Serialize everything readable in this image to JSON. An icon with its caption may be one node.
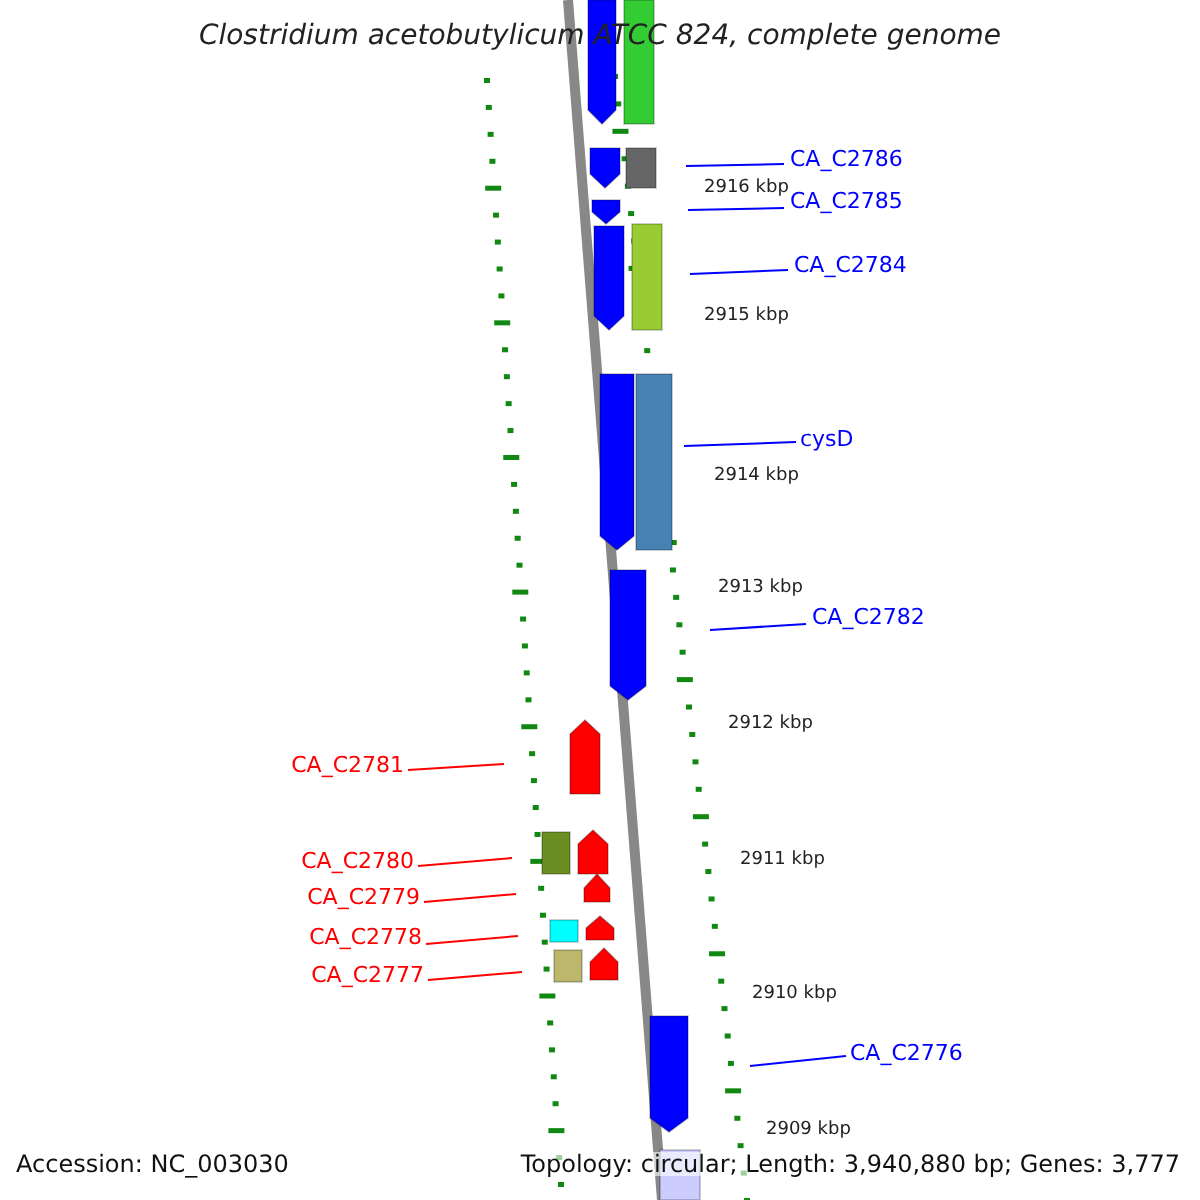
{
  "diagram": {
    "title": "Clostridium acetobutylicum ATCC 824, complete genome",
    "nodes": [
      {
        "text": [
          "CA_C2786"
        ]
      },
      {
        "text": [
          "CA_C2785"
        ]
      },
      {
        "text": [
          "CA_C2784"
        ]
      },
      {
        "text": [
          "cysD"
        ]
      },
      {
        "text": [
          "CA_C2782"
        ]
      },
      {
        "text": [
          "CA_C2781"
        ]
      },
      {
        "text": [
          "CA_C2780"
        ]
      },
      {
        "text": [
          "CA_C2779"
        ]
      },
      {
        "text": [
          "CA_C2778"
        ]
      },
      {
        "text": [
          "CA_C2777"
        ]
      },
      {
        "text": [
          "CA_C2776"
        ]
      }
    ],
    "edges": [
      {
        "from": 0,
        "to": null,
        "arrow": "none"
      },
      {
        "from": 1,
        "to": null,
        "arrow": "none"
      },
      {
        "from": 2,
        "to": null,
        "arrow": "none"
      },
      {
        "from": 3,
        "to": null,
        "arrow": "none"
      },
      {
        "from": 4,
        "to": null,
        "arrow": "none"
      },
      {
        "from": 5,
        "to": null,
        "arrow": "none",
        "color": "#ff0000"
      },
      {
        "from": 6,
        "to": null,
        "arrow": "none",
        "color": "#ff0000"
      },
      {
        "from": 7,
        "to": null,
        "arrow": "none",
        "color": "#ff0000"
      },
      {
        "from": 8,
        "to": null,
        "arrow": "none",
        "color": "#ff0000"
      },
      {
        "from": 9,
        "to": null,
        "arrow": "none",
        "color": "#ff0000"
      },
      {
        "from": 10,
        "to": null,
        "arrow": "none"
      }
    ],
    "labels": [
      "2916 kbp",
      "2915 kbp",
      "2914 kbp",
      "2913 kbp",
      "2912 kbp",
      "2911 kbp",
      "2910 kbp",
      "2909 kbp",
      "Accession: NC_003030",
      "Topology: circular; Length: 3,940,880 bp; Genes: 3,777"
    ]
  }
}
